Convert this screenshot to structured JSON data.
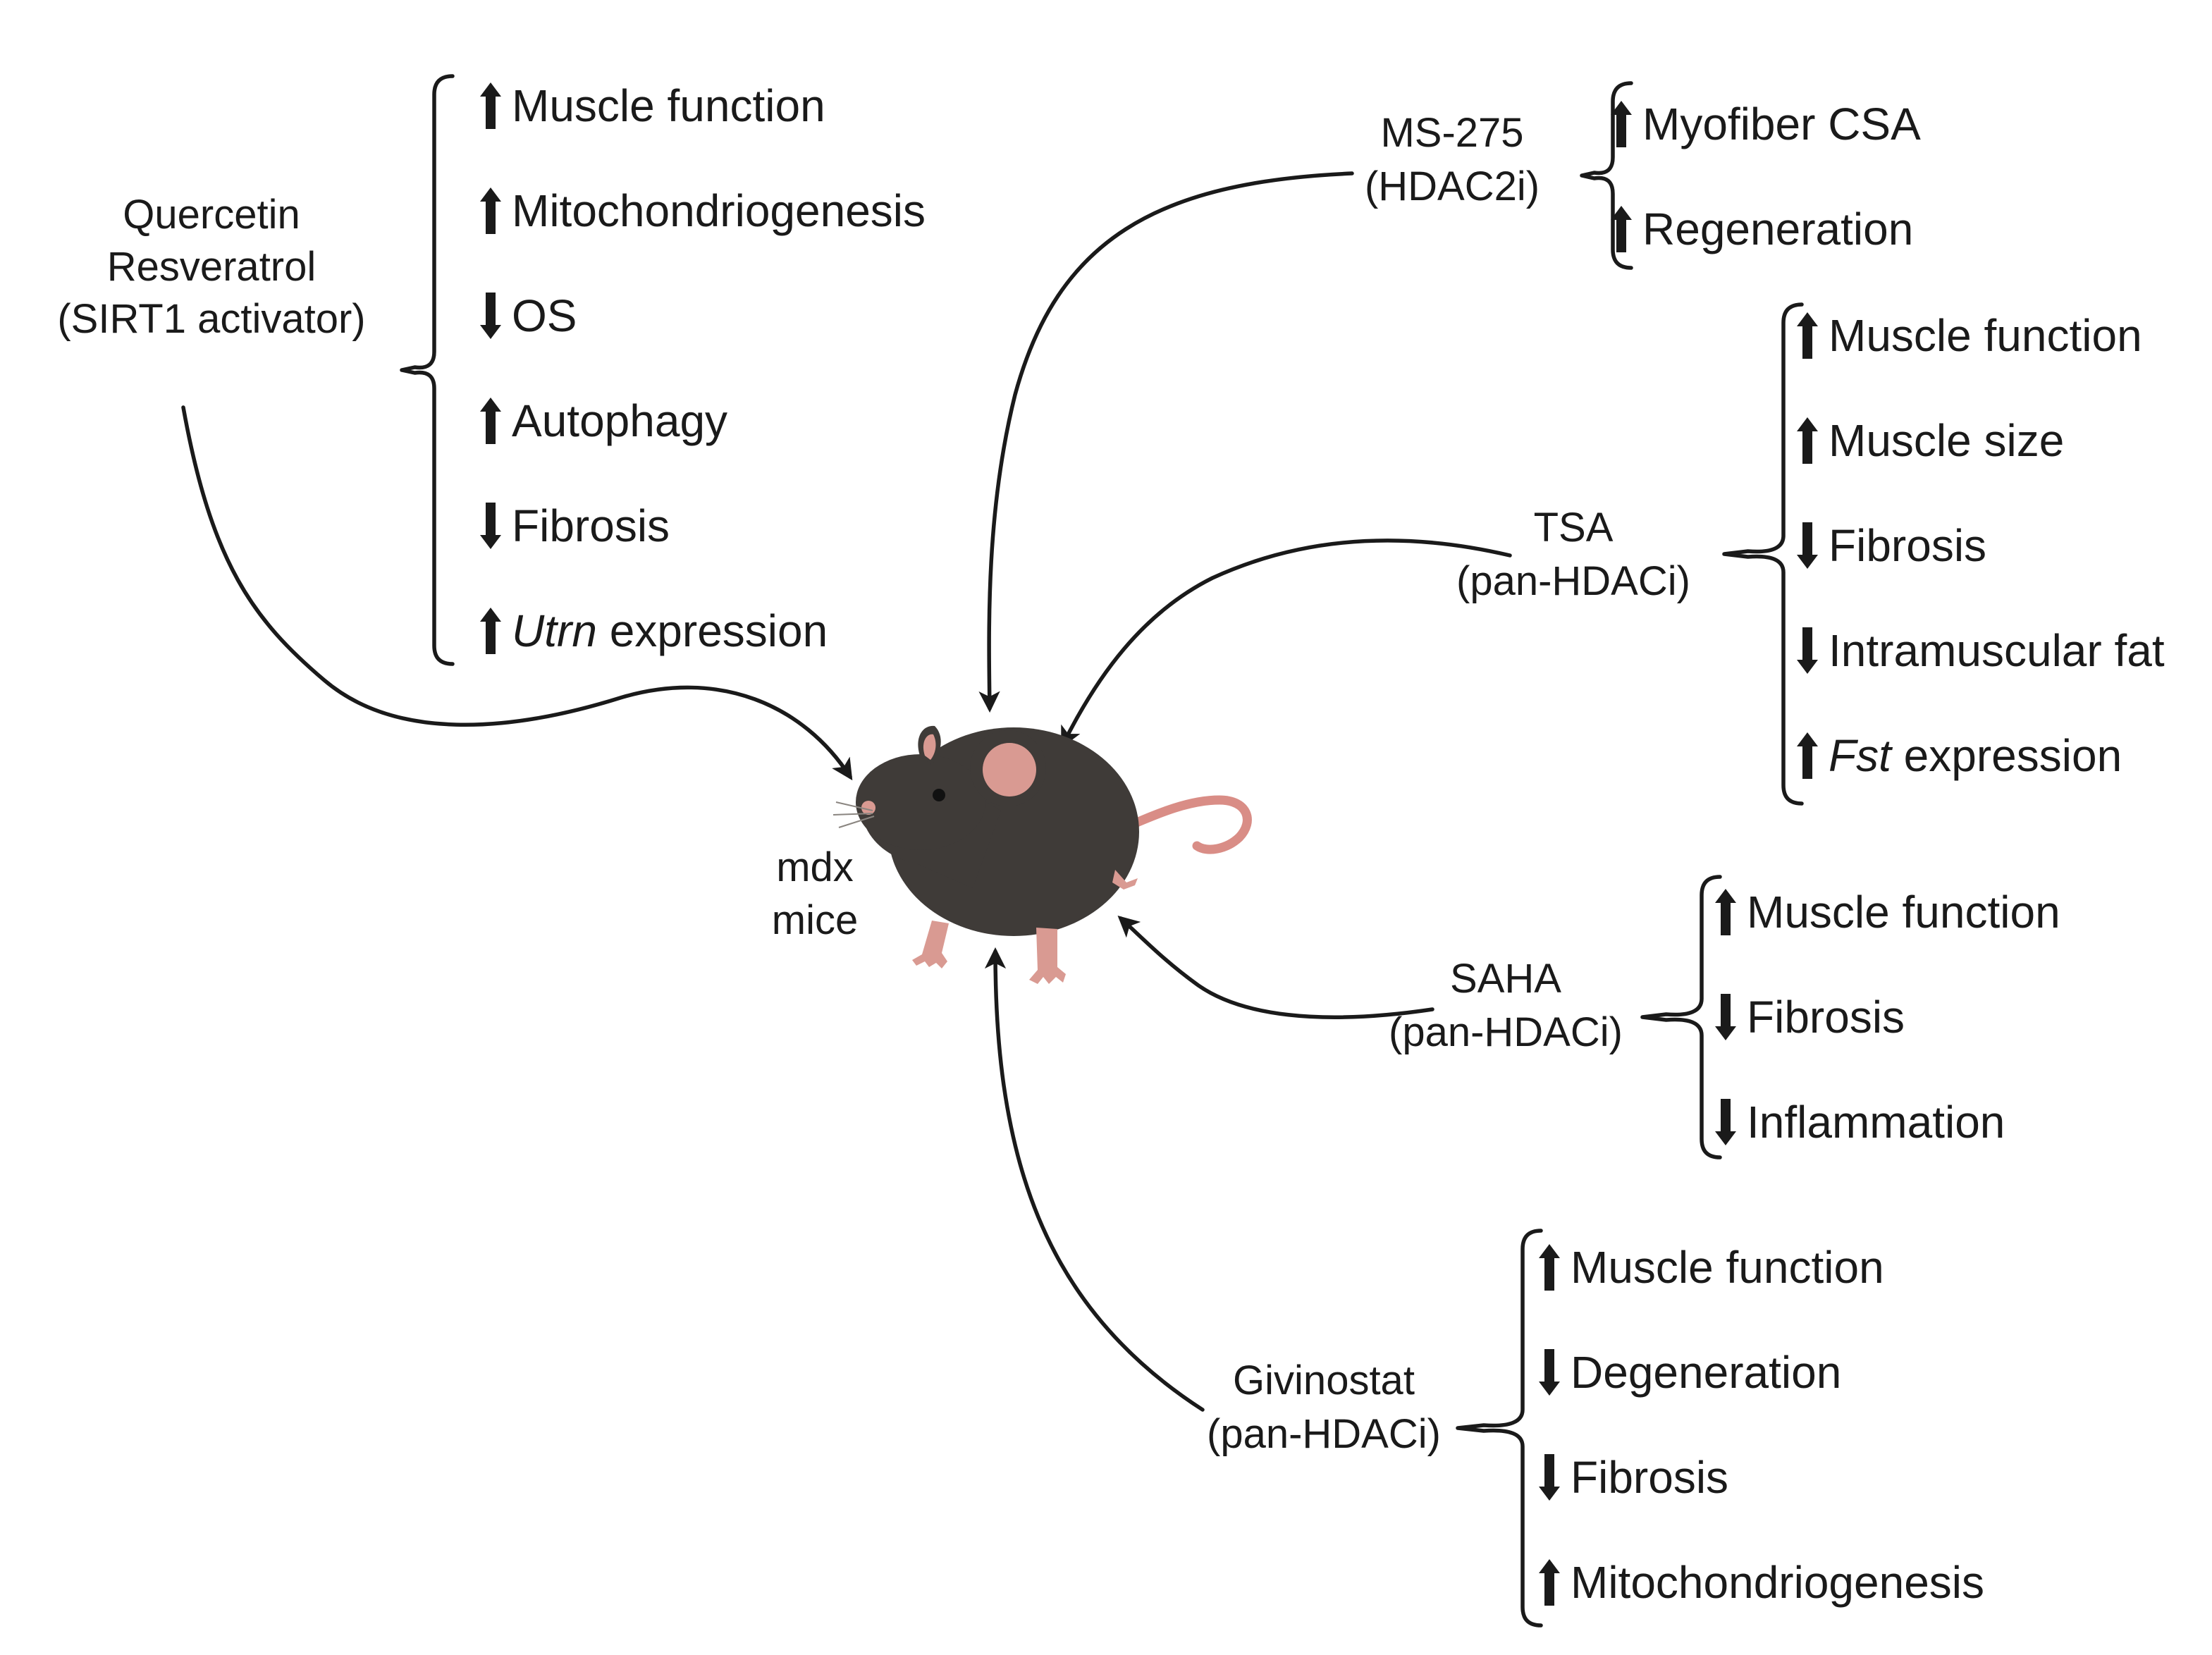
{
  "center": {
    "label_lines": [
      "mdx",
      "mice"
    ],
    "icon": "mouse-icon"
  },
  "groups": [
    {
      "id": "quercetin",
      "drug_lines": [
        "Quercetin",
        "Resveratrol",
        "(SIRT1 activator)"
      ],
      "effects": [
        {
          "direction": "up",
          "text": "Muscle function"
        },
        {
          "direction": "up",
          "text": "Mitochondriogenesis"
        },
        {
          "direction": "down",
          "text": "OS"
        },
        {
          "direction": "up",
          "text": "Autophagy"
        },
        {
          "direction": "down",
          "text": "Fibrosis"
        },
        {
          "direction": "up",
          "italic": "Utrn",
          "text": " expression"
        }
      ]
    },
    {
      "id": "ms275",
      "drug_lines": [
        "MS-275",
        "(HDAC2i)"
      ],
      "effects": [
        {
          "direction": "up",
          "text": "Myofiber CSA"
        },
        {
          "direction": "up",
          "text": "Regeneration"
        }
      ]
    },
    {
      "id": "tsa",
      "drug_lines": [
        "TSA",
        "(pan-HDACi)"
      ],
      "effects": [
        {
          "direction": "up",
          "text": "Muscle function"
        },
        {
          "direction": "up",
          "text": "Muscle size"
        },
        {
          "direction": "down",
          "text": "Fibrosis"
        },
        {
          "direction": "down",
          "text": "Intramuscular fat"
        },
        {
          "direction": "up",
          "italic": "Fst",
          "text": " expression"
        }
      ]
    },
    {
      "id": "saha",
      "drug_lines": [
        "SAHA",
        "(pan-HDACi)"
      ],
      "effects": [
        {
          "direction": "up",
          "text": "Muscle function"
        },
        {
          "direction": "down",
          "text": "Fibrosis"
        },
        {
          "direction": "down",
          "text": "Inflammation"
        }
      ]
    },
    {
      "id": "givinostat",
      "drug_lines": [
        "Givinostat",
        "(pan-HDACi)"
      ],
      "effects": [
        {
          "direction": "up",
          "text": "Muscle function"
        },
        {
          "direction": "down",
          "text": "Degeneration"
        },
        {
          "direction": "down",
          "text": "Fibrosis"
        },
        {
          "direction": "up",
          "text": "Mitochondriogenesis"
        }
      ]
    }
  ],
  "colors": {
    "ink": "#1a1a1a",
    "mouse_body": "#3f3b38",
    "mouse_ear_skin": "#d99a92",
    "mouse_tail": "#d98d86"
  }
}
